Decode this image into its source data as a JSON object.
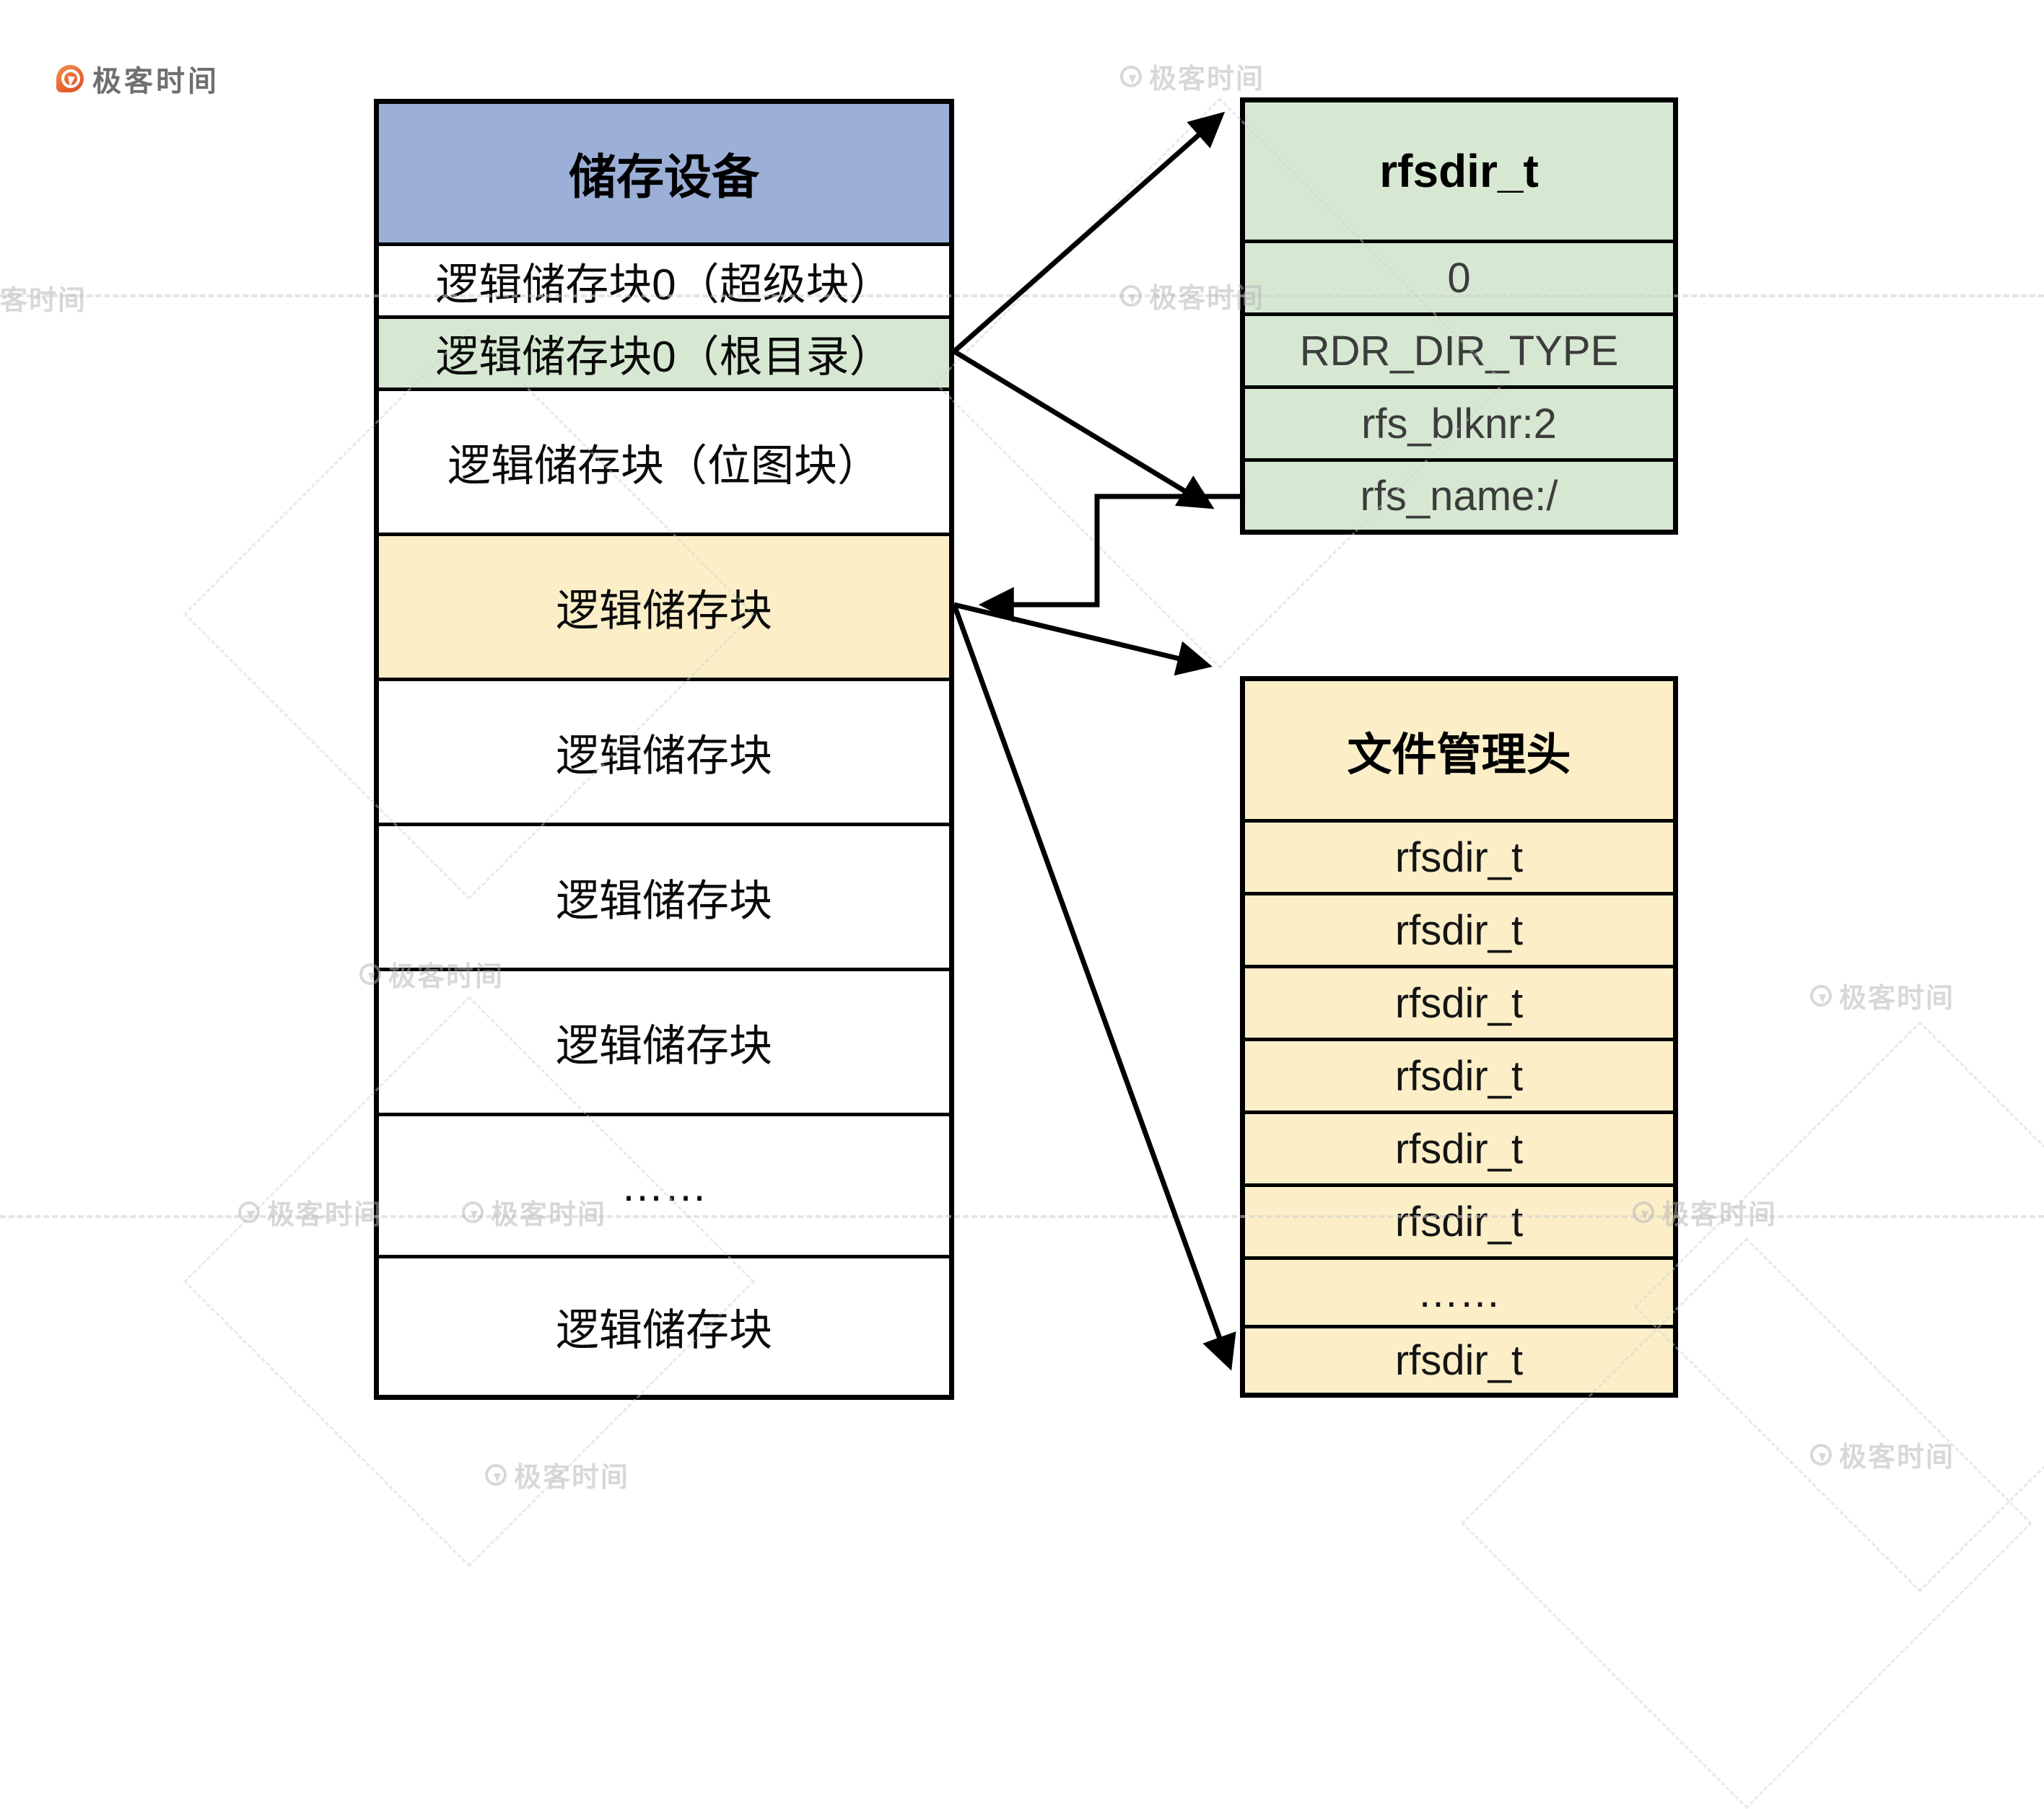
{
  "logo": {
    "text": "极客时间"
  },
  "watermark": {
    "text": "极客时间"
  },
  "colors": {
    "header_blue": "#9BAFD7",
    "green": "#D6E8D2",
    "yellow": "#FCEFC8",
    "border": "#000000"
  },
  "storage_table": {
    "title": "储存设备",
    "rows": [
      {
        "label": "逻辑储存块0（超级块）"
      },
      {
        "label": "逻辑储存块0（根目录）"
      },
      {
        "label": "逻辑储存块（位图块）"
      },
      {
        "label": "逻辑储存块"
      },
      {
        "label": "逻辑储存块"
      },
      {
        "label": "逻辑储存块"
      },
      {
        "label": "逻辑储存块"
      },
      {
        "label": "……"
      },
      {
        "label": "逻辑储存块"
      }
    ]
  },
  "rfsdir_table": {
    "title": "rfsdir_t",
    "rows": [
      {
        "label": "0"
      },
      {
        "label": "RDR_DIR_TYPE"
      },
      {
        "label": "rfs_blknr:2"
      },
      {
        "label": "rfs_name:/"
      }
    ]
  },
  "file_table": {
    "title": "文件管理头",
    "rows": [
      {
        "label": "rfsdir_t"
      },
      {
        "label": "rfsdir_t"
      },
      {
        "label": "rfsdir_t"
      },
      {
        "label": "rfsdir_t"
      },
      {
        "label": "rfsdir_t"
      },
      {
        "label": "rfsdir_t"
      },
      {
        "label": "……"
      },
      {
        "label": "rfsdir_t"
      }
    ]
  }
}
